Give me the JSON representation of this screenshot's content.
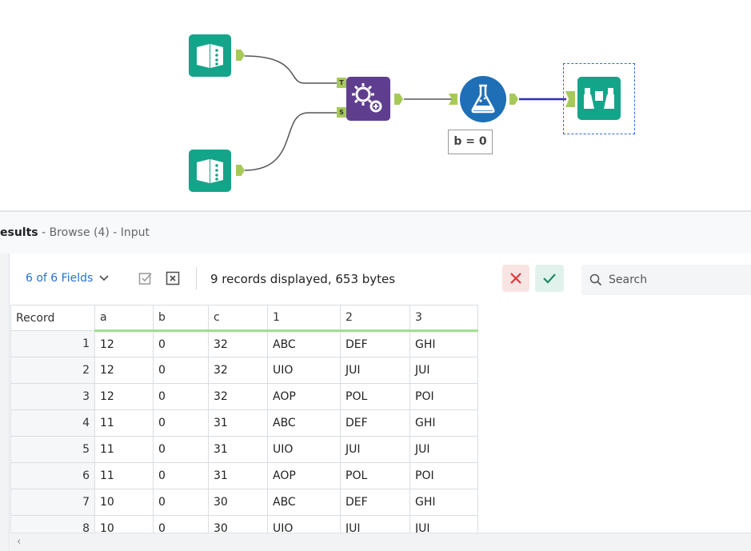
{
  "annotation": "b = 0",
  "results_header": {
    "title_bold": "esults",
    "title_rest": " - Browse (4) - Input"
  },
  "toolbar": {
    "fields_label": "6 of 6 Fields",
    "record_info": "9 records displayed, 653 bytes",
    "search_placeholder": "Search"
  },
  "join_anchors": {
    "left": "T",
    "right": "S"
  },
  "grid": {
    "columns": [
      "Record",
      "a",
      "b",
      "c",
      "1",
      "2",
      "3"
    ],
    "rows": [
      [
        "1",
        "12",
        "0",
        "32",
        "ABC",
        "DEF",
        "GHI"
      ],
      [
        "2",
        "12",
        "0",
        "32",
        "UIO",
        "JUI",
        "JUI"
      ],
      [
        "3",
        "12",
        "0",
        "32",
        "AOP",
        "POL",
        "POI"
      ],
      [
        "4",
        "11",
        "0",
        "31",
        "ABC",
        "DEF",
        "GHI"
      ],
      [
        "5",
        "11",
        "0",
        "31",
        "UIO",
        "JUI",
        "JUI"
      ],
      [
        "6",
        "11",
        "0",
        "31",
        "AOP",
        "POL",
        "POI"
      ],
      [
        "7",
        "10",
        "0",
        "30",
        "ABC",
        "DEF",
        "GHI"
      ],
      [
        "8",
        "10",
        "0",
        "30",
        "UIO",
        "JUI",
        "JUI"
      ]
    ]
  },
  "colors": {
    "tool_green": "#13a58a",
    "tool_purple": "#5f3e8f",
    "tool_blue": "#1e6fb6",
    "anchor_green": "#a7c95a",
    "link_blue": "#2a6fd6"
  },
  "icons": [
    "input-data-icon",
    "join-gears-icon",
    "formula-flask-icon",
    "browse-binoculars-icon",
    "chevron-down-icon",
    "check-square-icon",
    "clear-square-icon",
    "close-x-icon",
    "checkmark-icon",
    "search-icon",
    "chevron-left-icon"
  ]
}
